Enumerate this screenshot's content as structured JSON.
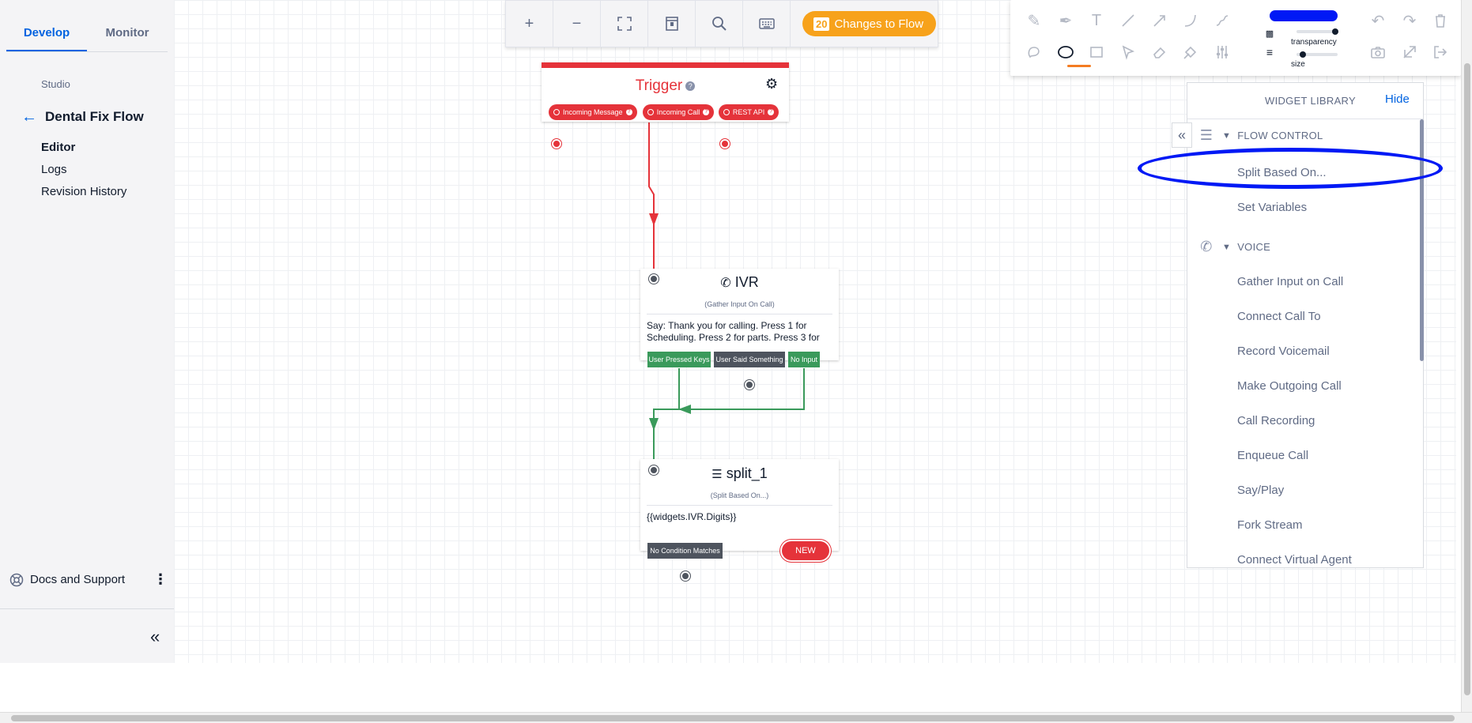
{
  "sidebar": {
    "tabs": [
      {
        "label": "Develop",
        "active": true
      },
      {
        "label": "Monitor",
        "active": false
      }
    ],
    "section_label": "Studio",
    "flow_name": "Dental Fix Flow",
    "nav": [
      {
        "label": "Editor",
        "active": true
      },
      {
        "label": "Logs",
        "active": false
      },
      {
        "label": "Revision History",
        "active": false
      }
    ],
    "docs_label": "Docs and Support"
  },
  "toolbar": {
    "changes_count": "20",
    "changes_label": "Changes to Flow"
  },
  "draw_tools": {
    "stroke_color": "#0019f5",
    "transparency_label": "transparency",
    "size_label": "size",
    "transparency_value": 0.95,
    "size_value": 0.15
  },
  "library": {
    "title": "WIDGET LIBRARY",
    "hide_label": "Hide",
    "sections": [
      {
        "name": "FLOW CONTROL",
        "items": [
          "Split Based On...",
          "Set Variables"
        ]
      },
      {
        "name": "VOICE",
        "items": [
          "Gather Input on Call",
          "Connect Call To",
          "Record Voicemail",
          "Make Outgoing Call",
          "Call Recording",
          "Enqueue Call",
          "Say/Play",
          "Fork Stream",
          "Connect Virtual Agent"
        ]
      }
    ]
  },
  "flow": {
    "trigger": {
      "title": "Trigger",
      "pills": [
        "Incoming Message",
        "Incoming Call",
        "REST API"
      ]
    },
    "ivr": {
      "title": "IVR",
      "subtitle": "(Gather Input On Call)",
      "body": "Say: Thank you for calling. Press 1 for Scheduling. Press 2 for parts. Press 3 for",
      "transitions": [
        "User Pressed Keys",
        "User Said Something",
        "No Input"
      ]
    },
    "split": {
      "title": "split_1",
      "subtitle": "(Split Based On...)",
      "body": "{{widgets.IVR.Digits}}",
      "transitions": [
        "No Condition Matches"
      ],
      "new_label": "NEW"
    }
  },
  "colors": {
    "accent": "#0263e0",
    "trigger_red": "#e5333a",
    "transition_green": "#3a9a5b",
    "changes_orange": "#f7a21b",
    "annotation_blue": "#0019f5"
  }
}
